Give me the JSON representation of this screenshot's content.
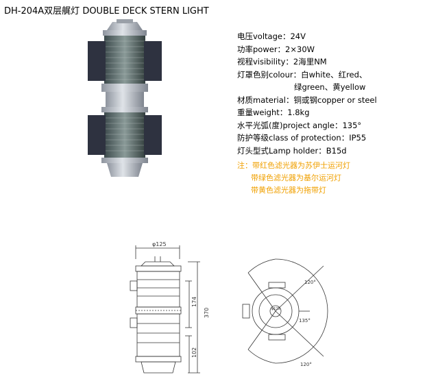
{
  "header": {
    "title": "DH-204A双层艉灯 DOUBLE DECK STERN LIGHT"
  },
  "specs": [
    "电压voltage：24V",
    "功率power：2×30W",
    "视程visibility：2海里NM",
    "灯罩色别colour：白white、红red、",
    "绿green、黄yellow",
    "材质material：铜或钢copper or steel",
    "重量weight：1.8kg",
    "水平光弧(度)project angle：135°",
    "防护等级class of protection：IP55",
    "灯头型式Lamp holder：B15d"
  ],
  "notes": [
    "注：带红色滤光器为苏伊士运河灯",
    "带绿色滤光器为基尔运河灯",
    "带黄色滤光器为拖带灯"
  ],
  "drawing": {
    "dim_diameter": "φ125",
    "dim_total": "370",
    "dim_mid": "174",
    "dim_bottom": "102"
  },
  "plan": {
    "angle_top": "120°",
    "angle_side": "135°",
    "angle_bottom": "120°",
    "center_label": "φ125"
  },
  "colors": {
    "note_text": "#f0a000",
    "housing": "#b7bdc6",
    "glass": "#566a6e",
    "shield": "#2e3240"
  }
}
